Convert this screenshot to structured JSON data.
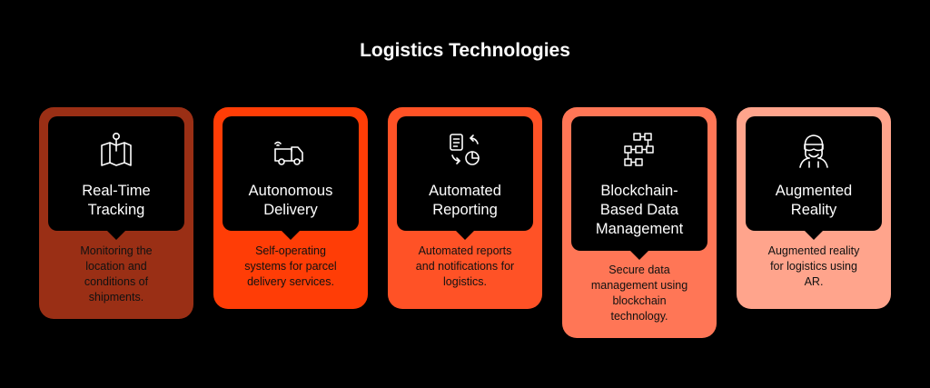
{
  "title": "Logistics Technologies",
  "cards": [
    {
      "icon": "map-pin-icon",
      "color": "#9a2f15",
      "title_lines": [
        "Real-Time",
        "Tracking"
      ],
      "desc_lines": [
        "Monitoring the",
        "location and",
        "conditions of",
        "shipments."
      ]
    },
    {
      "icon": "delivery-truck-icon",
      "color": "#ff3d06",
      "title_lines": [
        "Autonomous",
        "Delivery"
      ],
      "desc_lines": [
        "Self-operating",
        "systems for parcel",
        "delivery services."
      ]
    },
    {
      "icon": "reports-chart-icon",
      "color": "#ff5226",
      "title_lines": [
        "Automated",
        "Reporting"
      ],
      "desc_lines": [
        "Automated reports",
        "and notifications for",
        "logistics."
      ]
    },
    {
      "icon": "blockchain-icon",
      "color": "#ff7656",
      "title_lines": [
        "Blockchain-",
        "Based Data",
        "Management"
      ],
      "desc_lines": [
        "Secure data",
        "management using",
        "blockchain",
        "technology."
      ]
    },
    {
      "icon": "ar-headset-icon",
      "color": "#ffa48c",
      "title_lines": [
        "Augmented",
        "Reality"
      ],
      "desc_lines": [
        "Augmented reality",
        "for logistics using",
        "AR."
      ]
    }
  ]
}
